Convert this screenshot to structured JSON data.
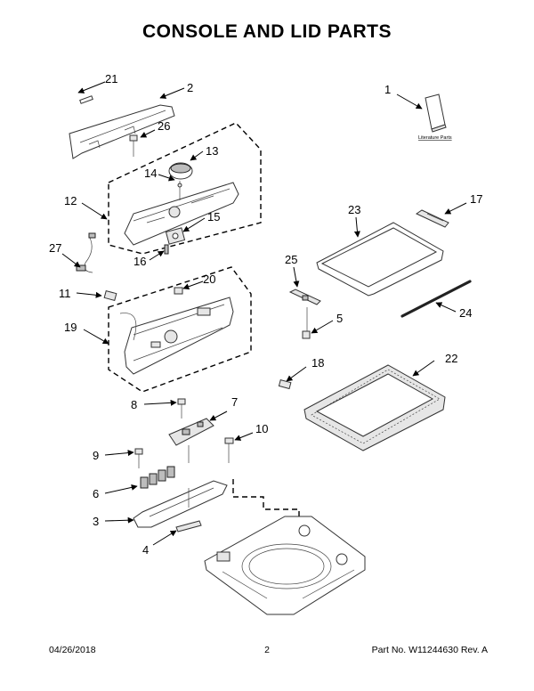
{
  "title": "CONSOLE AND LID PARTS",
  "literature_label": "Literature Parts",
  "callouts": {
    "c1": "1",
    "c2": "2",
    "c3": "3",
    "c4": "4",
    "c5": "5",
    "c6": "6",
    "c7": "7",
    "c8": "8",
    "c9": "9",
    "c10": "10",
    "c11": "11",
    "c12": "12",
    "c13": "13",
    "c14": "14",
    "c15": "15",
    "c16": "16",
    "c17": "17",
    "c18": "18",
    "c19": "19",
    "c20": "20",
    "c21": "21",
    "c22": "22",
    "c23": "23",
    "c24": "24",
    "c25": "25",
    "c26": "26",
    "c27": "27"
  },
  "footer": {
    "date": "04/26/2018",
    "page": "2",
    "part_no": "Part No.  W11244630  Rev.  A"
  }
}
